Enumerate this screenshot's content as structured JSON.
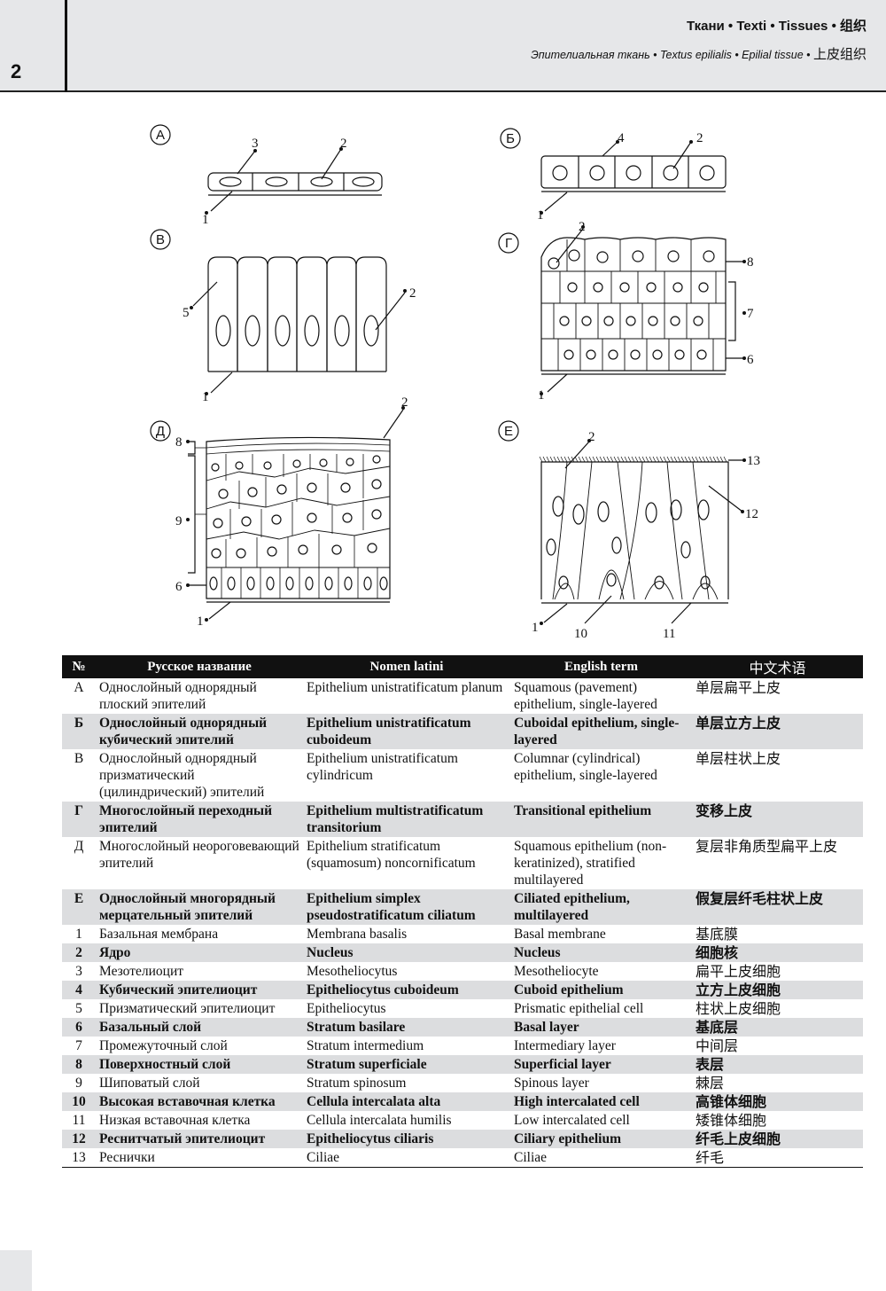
{
  "header": {
    "page_number": "2",
    "title": "Ткани • Texti • Tissues • 组织",
    "subtitle": "Эпителиальная ткань • Textus epilialis • Epilial tissue •",
    "subtitle_zh": "上皮组织"
  },
  "figure": {
    "panels": {
      "A": "А",
      "B": "Б",
      "V": "В",
      "G": "Г",
      "D": "Д",
      "E": "Е"
    },
    "labels": {
      "n1": "1",
      "n2": "2",
      "n3": "3",
      "n4": "4",
      "n5": "5",
      "n6": "6",
      "n7": "7",
      "n8": "8",
      "n9": "9",
      "n10": "10",
      "n11": "11",
      "n12": "12",
      "n13": "13"
    }
  },
  "table": {
    "headers": [
      "№",
      "Русское название",
      "Nomen latini",
      "English term",
      "中文术语"
    ],
    "rows": [
      {
        "shade": false,
        "num": "А",
        "ru": "Однослойный однорядный плоский эпителий",
        "la": "Epithelium unistratificatum planum",
        "en": "Squamous (pavement) epithelium, single-layered",
        "zh": "单层扁平上皮"
      },
      {
        "shade": true,
        "num": "Б",
        "ru": "Однослойный однорядный кубический эпителий",
        "la": "Epithelium unistratificatum cuboideum",
        "en": "Cuboidal epithelium, single-layered",
        "zh": "单层立方上皮"
      },
      {
        "shade": false,
        "num": "В",
        "ru": "Однослойный однорядный призматический (цилиндрический) эпителий",
        "la": "Epithelium unistratificatum cylindricum",
        "en": "Columnar (cylindrical) epithelium, single-layered",
        "zh": "单层柱状上皮"
      },
      {
        "shade": true,
        "num": "Г",
        "ru": "Многослойный переходный эпителий",
        "la": "Epithelium multistratificatum transitorium",
        "en": "Transitional epithelium",
        "zh": "变移上皮"
      },
      {
        "shade": false,
        "num": "Д",
        "ru": "Многослойный неороговевающий эпителий",
        "la": "Epithelium stratificatum (squamosum) noncornificatum",
        "en": "Squamous epithelium (non-keratinized), stratified multilayered",
        "zh": "复层非角质型扁平上皮"
      },
      {
        "shade": true,
        "num": "Е",
        "ru": "Однослойный многорядный мерцательный эпителий",
        "la": "Epithelium simplex pseudostratificatum ciliatum",
        "en": "Ciliated epithelium, multilayered",
        "zh": "假复层纤毛柱状上皮"
      },
      {
        "shade": false,
        "num": "1",
        "ru": "Базальная мембрана",
        "la": "Membrana basalis",
        "en": "Basal membrane",
        "zh": "基底膜"
      },
      {
        "shade": true,
        "num": "2",
        "ru": "Ядро",
        "la": "Nucleus",
        "en": "Nucleus",
        "zh": "细胞核"
      },
      {
        "shade": false,
        "num": "3",
        "ru": "Мезотелиоцит",
        "la": "Mesotheliocytus",
        "en": "Mesotheliocyte",
        "zh": "扁平上皮细胞"
      },
      {
        "shade": true,
        "num": "4",
        "ru": "Кубический эпителиоцит",
        "la": "Epitheliocytus cuboideum",
        "en": "Cuboid epithelium",
        "zh": "立方上皮细胞"
      },
      {
        "shade": false,
        "num": "5",
        "ru": "Призматический эпителиоцит",
        "la": "Epitheliocytus",
        "en": "Prismatic epithelial cell",
        "zh": "柱状上皮细胞"
      },
      {
        "shade": true,
        "num": "6",
        "ru": "Базальный слой",
        "la": "Stratum basilare",
        "en": "Basal layer",
        "zh": "基底层"
      },
      {
        "shade": false,
        "num": "7",
        "ru": "Промежуточный слой",
        "la": "Stratum intermedium",
        "en": "Intermediary layer",
        "zh": "中间层"
      },
      {
        "shade": true,
        "num": "8",
        "ru": "Поверхностный слой",
        "la": "Stratum superficiale",
        "en": "Superficial layer",
        "zh": "表层"
      },
      {
        "shade": false,
        "num": "9",
        "ru": "Шиповатый слой",
        "la": "Stratum spinosum",
        "en": "Spinous layer",
        "zh": "棘层"
      },
      {
        "shade": true,
        "num": "10",
        "ru": "Высокая вставочная клетка",
        "la": "Cellula intercalata alta",
        "en": "High intercalated cell",
        "zh": "高锥体细胞"
      },
      {
        "shade": false,
        "num": "11",
        "ru": "Низкая вставочная клетка",
        "la": "Cellula intercalata humilis",
        "en": "Low intercalated cell",
        "zh": "矮锥体细胞"
      },
      {
        "shade": true,
        "num": "12",
        "ru": "Реснитчатый эпителиоцит",
        "la": "Epitheliocytus ciliaris",
        "en": "Ciliary epithelium",
        "zh": "纤毛上皮细胞"
      },
      {
        "shade": false,
        "num": "13",
        "ru": "Реснички",
        "la": "Ciliae",
        "en": "Ciliae",
        "zh": "纤毛"
      }
    ]
  }
}
